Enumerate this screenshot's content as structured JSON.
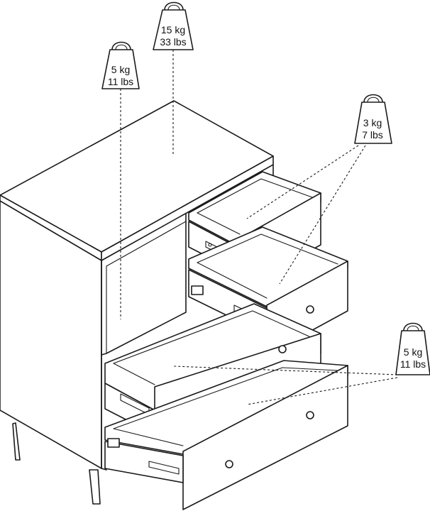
{
  "weights": {
    "top": {
      "kg": "15 kg",
      "lbs": "33 lbs"
    },
    "shelf": {
      "kg": "5 kg",
      "lbs": "11 lbs"
    },
    "small_drawers": {
      "kg": "3 kg",
      "lbs": "7 lbs"
    },
    "large_drawers": {
      "kg": "5 kg",
      "lbs": "11 lbs"
    }
  },
  "colors": {
    "line": "#1a1a1a",
    "background": "#ffffff"
  }
}
